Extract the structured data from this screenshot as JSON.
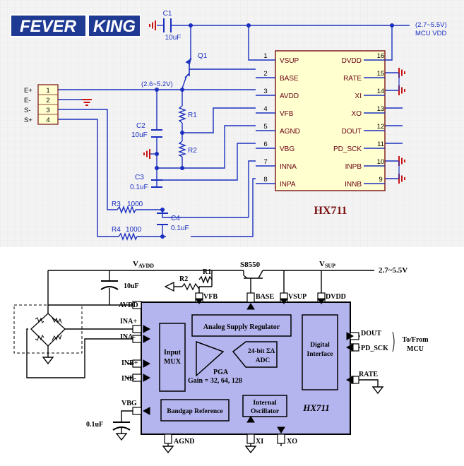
{
  "logo": {
    "text_left": "FEVER",
    "text_right": "KING",
    "colors": {
      "bg": "#1f3a93",
      "fg": "#ffffff"
    }
  },
  "colors": {
    "schematic_line": "#1a2fbf",
    "gnd_red": "#c81414",
    "net_text": "#1a2fbf",
    "chip_fill": "#ffffd0",
    "chip_stroke": "#7a1010",
    "pin_text": "#6a0010",
    "grid_bg": "#f3f3f3",
    "block_fill": "#b4b4ee",
    "block_stroke": "#000000"
  },
  "schematic": {
    "supply_top": "(2.7~5.5V)",
    "supply_top2": "MCU VDD",
    "avdd_range": "(2.6~5.2V)",
    "c1": {
      "name": "C1",
      "value": "10uF"
    },
    "q1": {
      "name": "Q1"
    },
    "c2": {
      "name": "C2",
      "value": "10uF"
    },
    "c3": {
      "name": "C3",
      "value": "0.1uF"
    },
    "c4": {
      "name": "C4",
      "value": "0.1uF"
    },
    "r1": {
      "name": "R1"
    },
    "r2": {
      "name": "R2"
    },
    "r3": {
      "name": "R3",
      "value": "1000"
    },
    "r4": {
      "name": "R4",
      "value": "1000"
    },
    "connector": {
      "labels": [
        "E+",
        "E-",
        "S-",
        "S+"
      ],
      "numbers": [
        "1",
        "2",
        "3",
        "4"
      ]
    },
    "chip_name": "HX711",
    "left_pins": [
      {
        "num": "1",
        "name": "VSUP"
      },
      {
        "num": "2",
        "name": "BASE"
      },
      {
        "num": "3",
        "name": "AVDD"
      },
      {
        "num": "4",
        "name": "VFB"
      },
      {
        "num": "5",
        "name": "AGND"
      },
      {
        "num": "6",
        "name": "VBG"
      },
      {
        "num": "7",
        "name": "INNA"
      },
      {
        "num": "8",
        "name": "INPA"
      }
    ],
    "right_pins": [
      {
        "num": "16",
        "name": "DVDD"
      },
      {
        "num": "15",
        "name": "RATE"
      },
      {
        "num": "14",
        "name": "XI"
      },
      {
        "num": "13",
        "name": "XO"
      },
      {
        "num": "12",
        "name": "DOUT"
      },
      {
        "num": "11",
        "name": "PD_SCK"
      },
      {
        "num": "10",
        "name": "INPB"
      },
      {
        "num": "9",
        "name": "INNB"
      }
    ]
  },
  "block": {
    "vavdd_v": "V",
    "vavdd_sub": "AVDD",
    "vsup_v": "V",
    "vsup_sub": "SUP",
    "s8550": "S8550",
    "supply": "2.7~5.5V",
    "cap_10uf": "10uF",
    "r2": "R2",
    "r1": "R1",
    "vfb": "VFB",
    "base": "BASE",
    "vsup_pin": "VSUP",
    "dvdd_pin": "DVDD",
    "avdd_pin": "AVDD",
    "ina_plus": "INA+",
    "ina_minus": "INA-",
    "inb_plus": "INB+",
    "inb_minus": "INB-",
    "vbg": "VBG",
    "cap_01uf": "0.1uF",
    "asr": "Analog Supply Regulator",
    "mux1": "Input",
    "mux2": "MUX",
    "pga": "PGA",
    "gain": "Gain = 32, 64, 128",
    "adc1": "24-bit ΣΔ",
    "adc2": "ADC",
    "di1": "Digital",
    "di2": "Interface",
    "bandgap": "Bandgap Reference",
    "osc1": "Internal",
    "osc2": "Oscillator",
    "chip_name": "HX711",
    "dout": "DOUT",
    "pd_sck": "PD_SCK",
    "rate": "RATE",
    "mcu1": "To/From",
    "mcu2": "MCU",
    "agnd": "AGND",
    "xi": "XI",
    "xo": "XO"
  }
}
